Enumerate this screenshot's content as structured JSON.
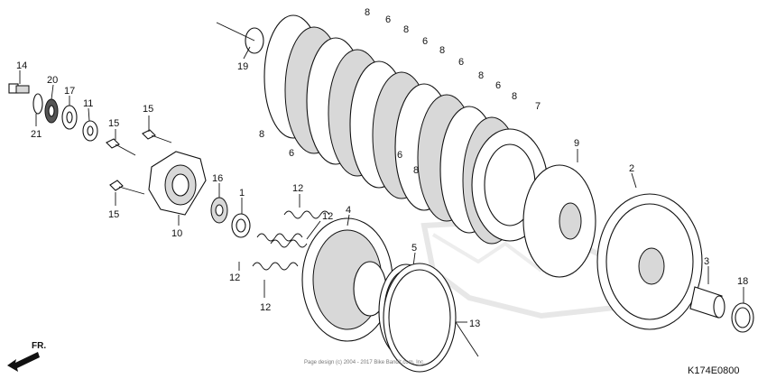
{
  "diagram": {
    "code": "K174E0800",
    "copyright": "Page design (c) 2004 - 2017 Bike Bandit.com, Inc.",
    "direction_label": "FR.",
    "callouts": [
      {
        "id": "c14",
        "label": "14"
      },
      {
        "id": "c20",
        "label": "20"
      },
      {
        "id": "c17",
        "label": "17"
      },
      {
        "id": "c11",
        "label": "11"
      },
      {
        "id": "c21",
        "label": "21"
      },
      {
        "id": "c15a",
        "label": "15"
      },
      {
        "id": "c15b",
        "label": "15"
      },
      {
        "id": "c15c",
        "label": "15"
      },
      {
        "id": "c10",
        "label": "10"
      },
      {
        "id": "c16",
        "label": "16"
      },
      {
        "id": "c1",
        "label": "1"
      },
      {
        "id": "c19",
        "label": "19"
      },
      {
        "id": "c8a",
        "label": "8"
      },
      {
        "id": "c6a",
        "label": "6"
      },
      {
        "id": "c8b",
        "label": "8"
      },
      {
        "id": "c6b",
        "label": "6"
      },
      {
        "id": "c8c",
        "label": "8"
      },
      {
        "id": "c6c",
        "label": "6"
      },
      {
        "id": "c8d",
        "label": "8"
      },
      {
        "id": "c6d",
        "label": "6"
      },
      {
        "id": "c8e",
        "label": "8"
      },
      {
        "id": "c6e",
        "label": "6"
      },
      {
        "id": "c8f",
        "label": "8"
      },
      {
        "id": "c7",
        "label": "7"
      },
      {
        "id": "c8g",
        "label": "8"
      },
      {
        "id": "c6f",
        "label": "6"
      },
      {
        "id": "c9",
        "label": "9"
      },
      {
        "id": "c2",
        "label": "2"
      },
      {
        "id": "c12a",
        "label": "12"
      },
      {
        "id": "c12b",
        "label": "12"
      },
      {
        "id": "c12c",
        "label": "12"
      },
      {
        "id": "c12d",
        "label": "12"
      },
      {
        "id": "c4",
        "label": "4"
      },
      {
        "id": "c5",
        "label": "5"
      },
      {
        "id": "c13",
        "label": "13"
      },
      {
        "id": "c3",
        "label": "3"
      },
      {
        "id": "c18",
        "label": "18"
      }
    ]
  }
}
